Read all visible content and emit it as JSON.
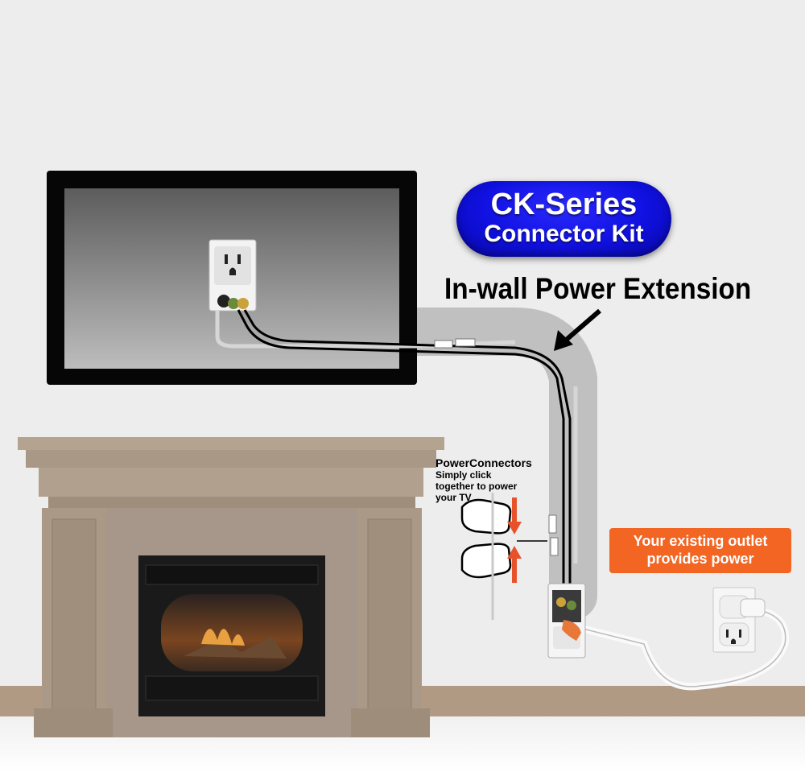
{
  "badge": {
    "line1": "CK-Series",
    "line2": "Connector Kit"
  },
  "headline": "In-wall Power Extension",
  "power_connectors": {
    "title": "PowerConnectors",
    "subtitle": "Simply click together to power your TV"
  },
  "callout": {
    "text": "Your existing outlet provides power"
  },
  "colors": {
    "wall": "#efefef",
    "baseboard": "#b09a84",
    "mantel": "#aa9a86",
    "badge_blue": "#1414e6",
    "callout_orange": "#f26522",
    "conduit": "#b9b9b9",
    "arrow_red": "#e8522a"
  },
  "icons": [
    "tv-icon",
    "fireplace-icon",
    "outlet-icon",
    "plug-icon",
    "hand-icon",
    "arrow-icon"
  ]
}
